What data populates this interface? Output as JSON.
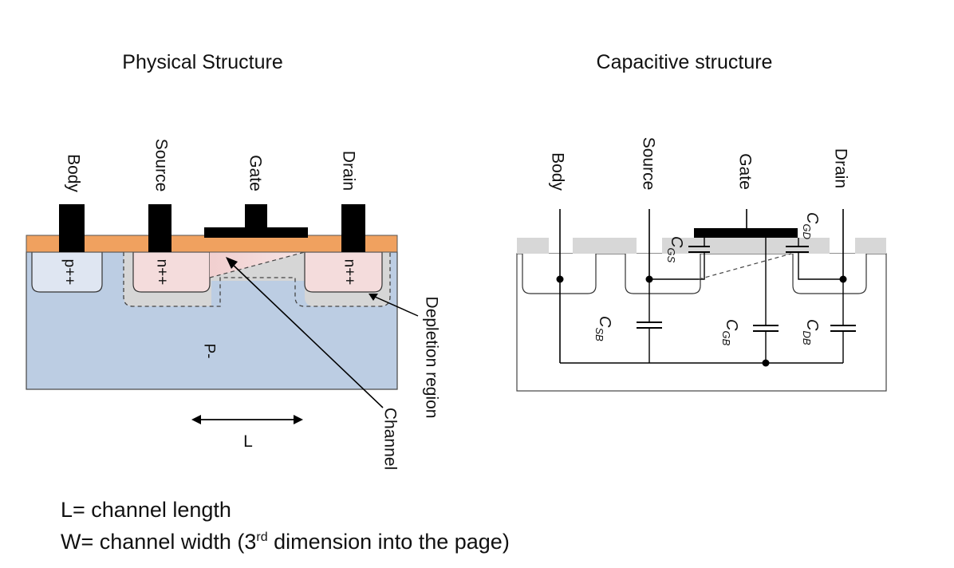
{
  "physical": {
    "title": "Physical Structure",
    "terminals": {
      "body": "Body",
      "source": "Source",
      "gate": "Gate",
      "drain": "Drain"
    },
    "regions": {
      "p_well": "p++",
      "n_source": "n++",
      "n_drain": "n++",
      "substrate": "P-"
    },
    "callouts": {
      "depletion": "Depletion region",
      "channel": "Channel"
    },
    "length_label": "L"
  },
  "capacitive": {
    "title": "Capacitive structure",
    "terminals": {
      "body": "Body",
      "source": "Source",
      "gate": "Gate",
      "drain": "Drain"
    },
    "capacitors": {
      "gs": {
        "main": "C",
        "sub": "GS"
      },
      "gd": {
        "main": "C",
        "sub": "GD"
      },
      "sb": {
        "main": "C",
        "sub": "SB"
      },
      "gb": {
        "main": "C",
        "sub": "GB"
      },
      "db": {
        "main": "C",
        "sub": "DB"
      }
    }
  },
  "footnotes": {
    "line1": "L= channel length",
    "line2_prefix": "W= channel width (3",
    "line2_sup": "rd",
    "line2_suffix": " dimension into the page)"
  },
  "colors": {
    "oxide": "#f0a15f",
    "substrate": "#bccde3",
    "n_region": "#f4dcdc",
    "p_region": "#dfe6f2",
    "depletion": "#d4d4d4",
    "contact": "#000000",
    "gate_shadow": "#d7d7d7"
  }
}
